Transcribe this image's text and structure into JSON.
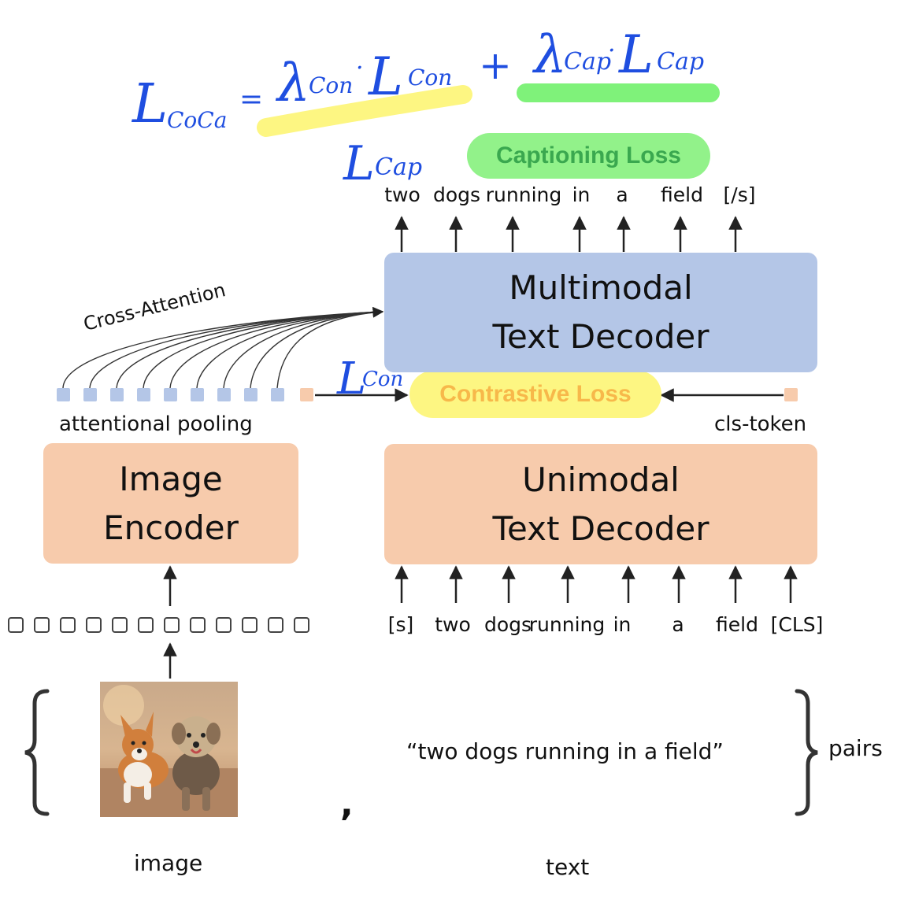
{
  "formula": {
    "lhs": "L",
    "lhs_sub": "CoCa",
    "equals": "=",
    "term1_coef": "λ",
    "term1_coef_sub": "Con",
    "dot1": "·",
    "term1_loss": "L",
    "term1_loss_sub": "Con",
    "plus": "+",
    "term2_coef": "λ",
    "term2_coef_sub": "Cap",
    "dot2": "·",
    "term2_loss": "L",
    "term2_loss_sub": "Cap"
  },
  "annotations": {
    "cap_loss_symbol": "L",
    "cap_loss_sub": "Cap",
    "con_loss_symbol": "L",
    "con_loss_sub": "Con"
  },
  "captioning_loss": "Captioning Loss",
  "contrastive_loss": "Contrastive Loss",
  "output_tokens": [
    "two",
    "dogs",
    "running",
    "in",
    "a",
    "field",
    "[/s]"
  ],
  "multimodal_decoder": {
    "line1": "Multimodal",
    "line2": "Text Decoder"
  },
  "cross_attention": "Cross-Attention",
  "attentional_pooling": "attentional pooling",
  "cls_token": "cls-token",
  "image_encoder": {
    "line1": "Image",
    "line2": "Encoder"
  },
  "unimodal_decoder": {
    "line1": "Unimodal",
    "line2": "Text Decoder"
  },
  "input_tokens": [
    "[s]",
    "two",
    "dogs",
    "running",
    "in",
    "a",
    "field",
    "[CLS]"
  ],
  "caption_text": "“two dogs running in a field”",
  "comma": ",",
  "pairs_label": "pairs",
  "image_label": "image",
  "text_label": "text",
  "colors": {
    "decoder_blue": "#b4c6e7",
    "encoder_orange": "#f7cbac",
    "captioning_green": "#92f28a",
    "contrastive_yellow": "#fdf682",
    "handwriting_blue": "#1f4ee0"
  }
}
